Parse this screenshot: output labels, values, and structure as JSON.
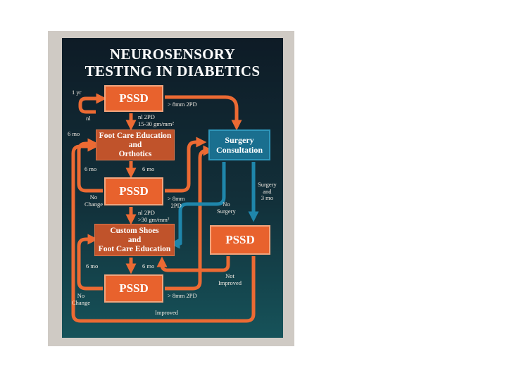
{
  "poster": {
    "title_line1": "NEUROSENSORY",
    "title_line2": "TESTING IN DIABETICS"
  },
  "nodes": {
    "pssd_top": "PSSD",
    "foot_care_education": "Foot Care Education\nand\nOrthotics",
    "surgery_consultation": "Surgery\nConsultation",
    "pssd_middle": "PSSD",
    "custom_shoes": "Custom Shoes\nand\nFoot Care Education",
    "pssd_right": "PSSD",
    "pssd_bottom": "PSSD"
  },
  "labels": {
    "one_yr": "1 yr",
    "nl": "nl",
    "gt_8mm_top": "> 8mm 2PD",
    "nl_2pd_15_30": "nl 2PD\n15-30 gm/mm²",
    "six_mo_a": "6 mo",
    "six_mo_b": "6 mo",
    "six_mo_c": "6 mo",
    "no_change_1": "No\nChange",
    "gt_8mm_mid": "> 8mm\n2PD",
    "no_surgery": "No\nSurgery",
    "surgery_3mo": "Surgery\nand\n3 mo",
    "nl_2pd_gt30": "nl 2PD\n>30 gm/mm²",
    "six_mo_d": "6 mo",
    "six_mo_e": "6 mo",
    "not_improved": "Not\nImproved",
    "no_change_2": "No\nChange",
    "gt_8mm_bottom": "> 8mm 2PD",
    "improved": "Improved"
  },
  "colors": {
    "arrow_orange": "#ec6a33",
    "arrow_teal": "#1f86ab"
  }
}
